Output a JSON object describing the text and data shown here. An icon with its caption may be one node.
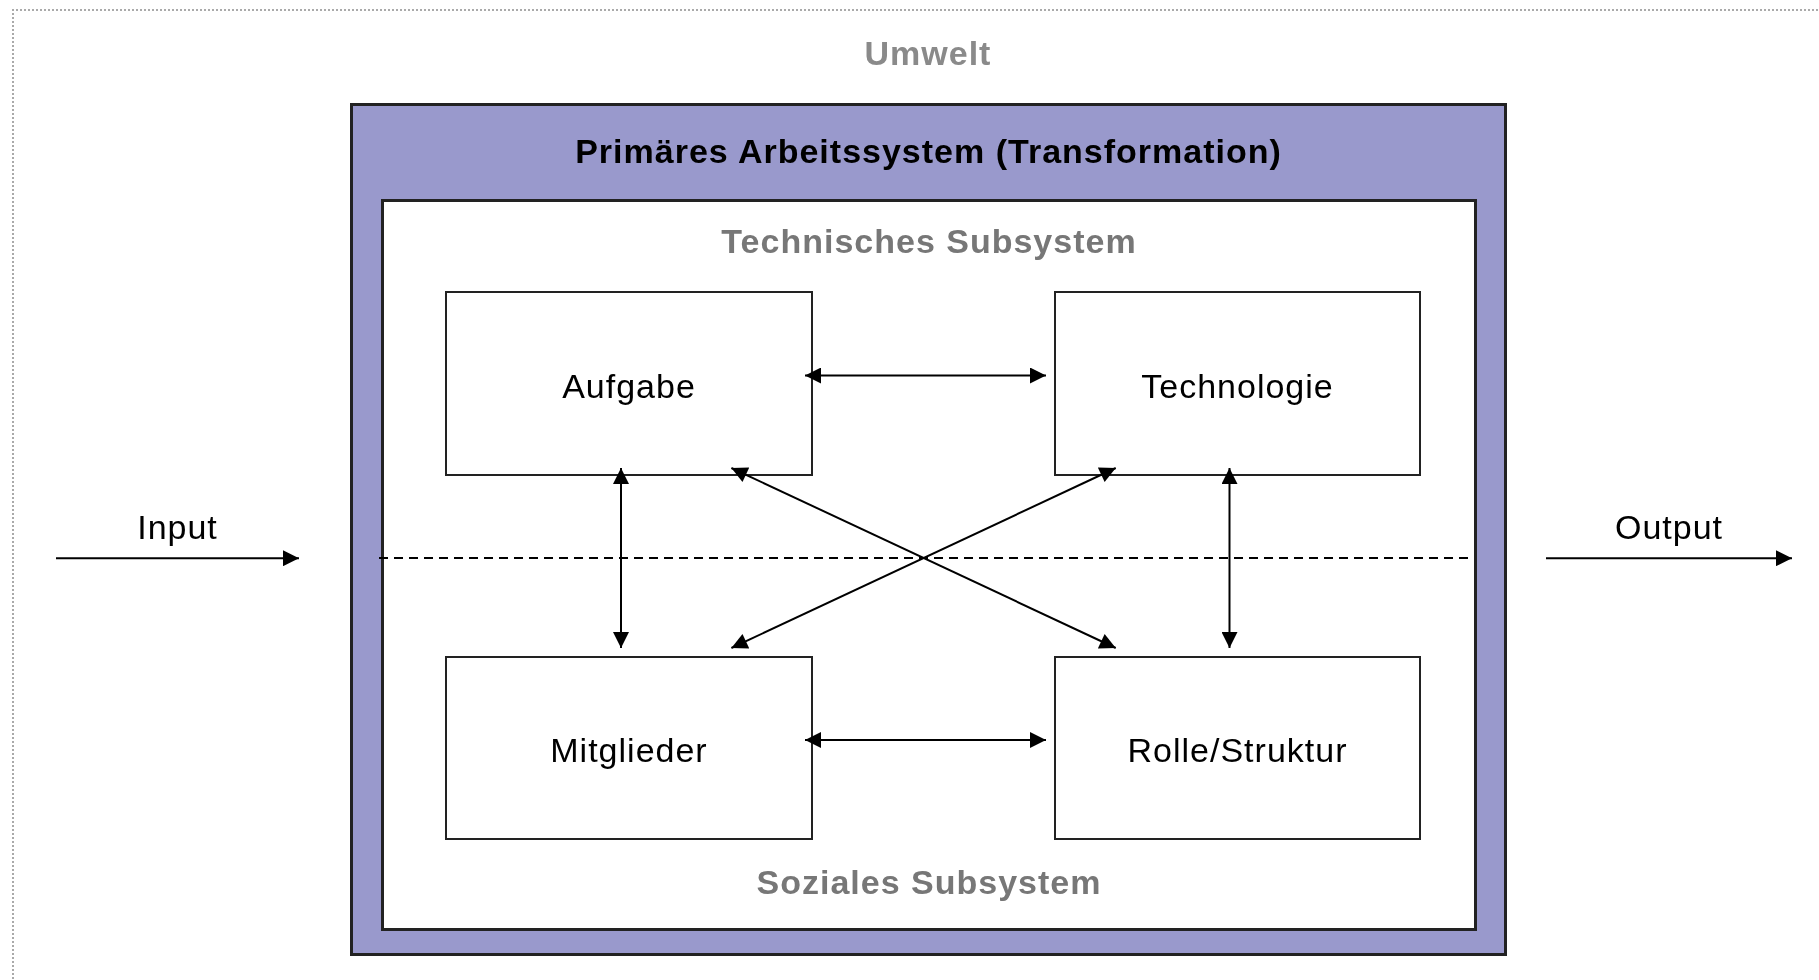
{
  "diagram": {
    "nodes": [
      {
        "text": [
          "Umwelt"
        ]
      },
      {
        "text": [
          "Primäres Arbeitssystem (Transformation)"
        ],
        "in": 0
      },
      {
        "text": [
          "Technisches Subsystem",
          "Soziales Subsystem"
        ],
        "in": 1
      },
      {
        "text": [
          "Aufgabe"
        ],
        "in": 2
      },
      {
        "text": [
          "Technologie"
        ],
        "in": 2
      },
      {
        "text": [
          "Mitglieder"
        ],
        "in": 2
      },
      {
        "text": [
          "Rolle/Struktur"
        ],
        "in": 2
      }
    ],
    "edges": [
      {
        "from": null,
        "to": 1,
        "arrow": "to",
        "label": "Input"
      },
      {
        "from": 1,
        "to": null,
        "arrow": "to",
        "label": "Output"
      },
      {
        "from": 3,
        "to": 4,
        "arrow": "both"
      },
      {
        "from": 3,
        "to": 5,
        "arrow": "both"
      },
      {
        "from": 3,
        "to": 6,
        "arrow": "both"
      },
      {
        "from": 4,
        "to": 5,
        "arrow": "both"
      },
      {
        "from": 4,
        "to": 6,
        "arrow": "both"
      },
      {
        "from": 5,
        "to": 6,
        "arrow": "both"
      }
    ]
  }
}
